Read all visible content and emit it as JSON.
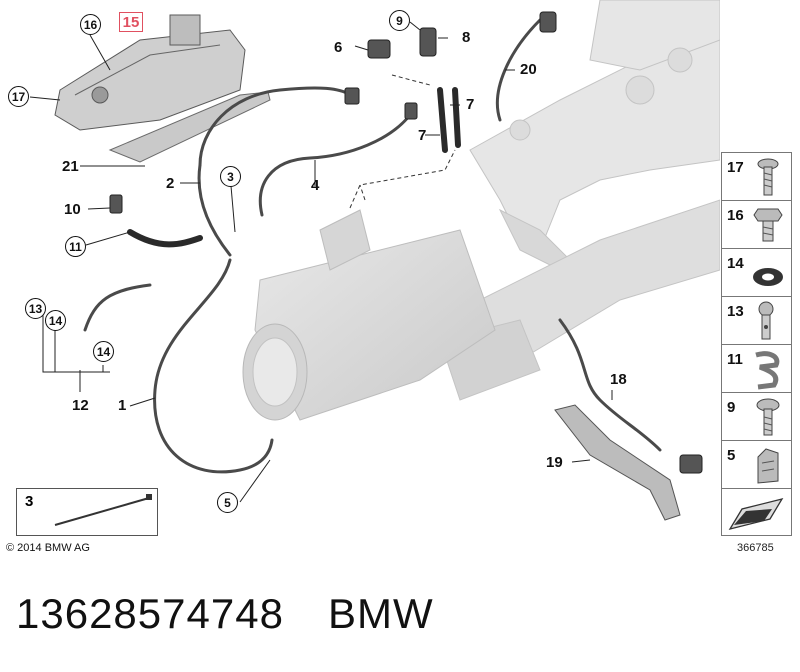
{
  "caption": {
    "part_number": "13628574748",
    "brand": "BMW"
  },
  "copyright": "© 2014 BMW AG",
  "diagram_number": "366785",
  "highlighted_callout": "15",
  "callouts_plain": [
    {
      "id": "c6",
      "label": "6"
    },
    {
      "id": "c8",
      "label": "8"
    },
    {
      "id": "c7a",
      "label": "7"
    },
    {
      "id": "c7b",
      "label": "7"
    },
    {
      "id": "c20",
      "label": "20"
    },
    {
      "id": "c21",
      "label": "21"
    },
    {
      "id": "c2",
      "label": "2"
    },
    {
      "id": "c4",
      "label": "4"
    },
    {
      "id": "c10",
      "label": "10"
    },
    {
      "id": "c12",
      "label": "12"
    },
    {
      "id": "c1",
      "label": "1"
    },
    {
      "id": "c18",
      "label": "18"
    },
    {
      "id": "c19",
      "label": "19"
    }
  ],
  "callouts_circled": [
    {
      "id": "cc16",
      "label": "16"
    },
    {
      "id": "cc17",
      "label": "17"
    },
    {
      "id": "cc9",
      "label": "9"
    },
    {
      "id": "cc3",
      "label": "3"
    },
    {
      "id": "cc11",
      "label": "11"
    },
    {
      "id": "cc13",
      "label": "13"
    },
    {
      "id": "cc14a",
      "label": "14"
    },
    {
      "id": "cc14b",
      "label": "14"
    },
    {
      "id": "cc5",
      "label": "5"
    }
  ],
  "side_panel": [
    {
      "label": "17",
      "icon": "torx-screw-icon"
    },
    {
      "label": "16",
      "icon": "hex-bolt-icon"
    },
    {
      "label": "14",
      "icon": "sealing-ring-icon"
    },
    {
      "label": "13",
      "icon": "banjo-bolt-icon"
    },
    {
      "label": "11",
      "icon": "clamp-icon"
    },
    {
      "label": "9",
      "icon": "flange-screw-icon"
    },
    {
      "label": "5",
      "icon": "spring-nut-icon"
    },
    {
      "label": "",
      "icon": "arrow-symbol-icon"
    }
  ],
  "inset": {
    "label": "3",
    "icon": "cable-tie-icon"
  }
}
